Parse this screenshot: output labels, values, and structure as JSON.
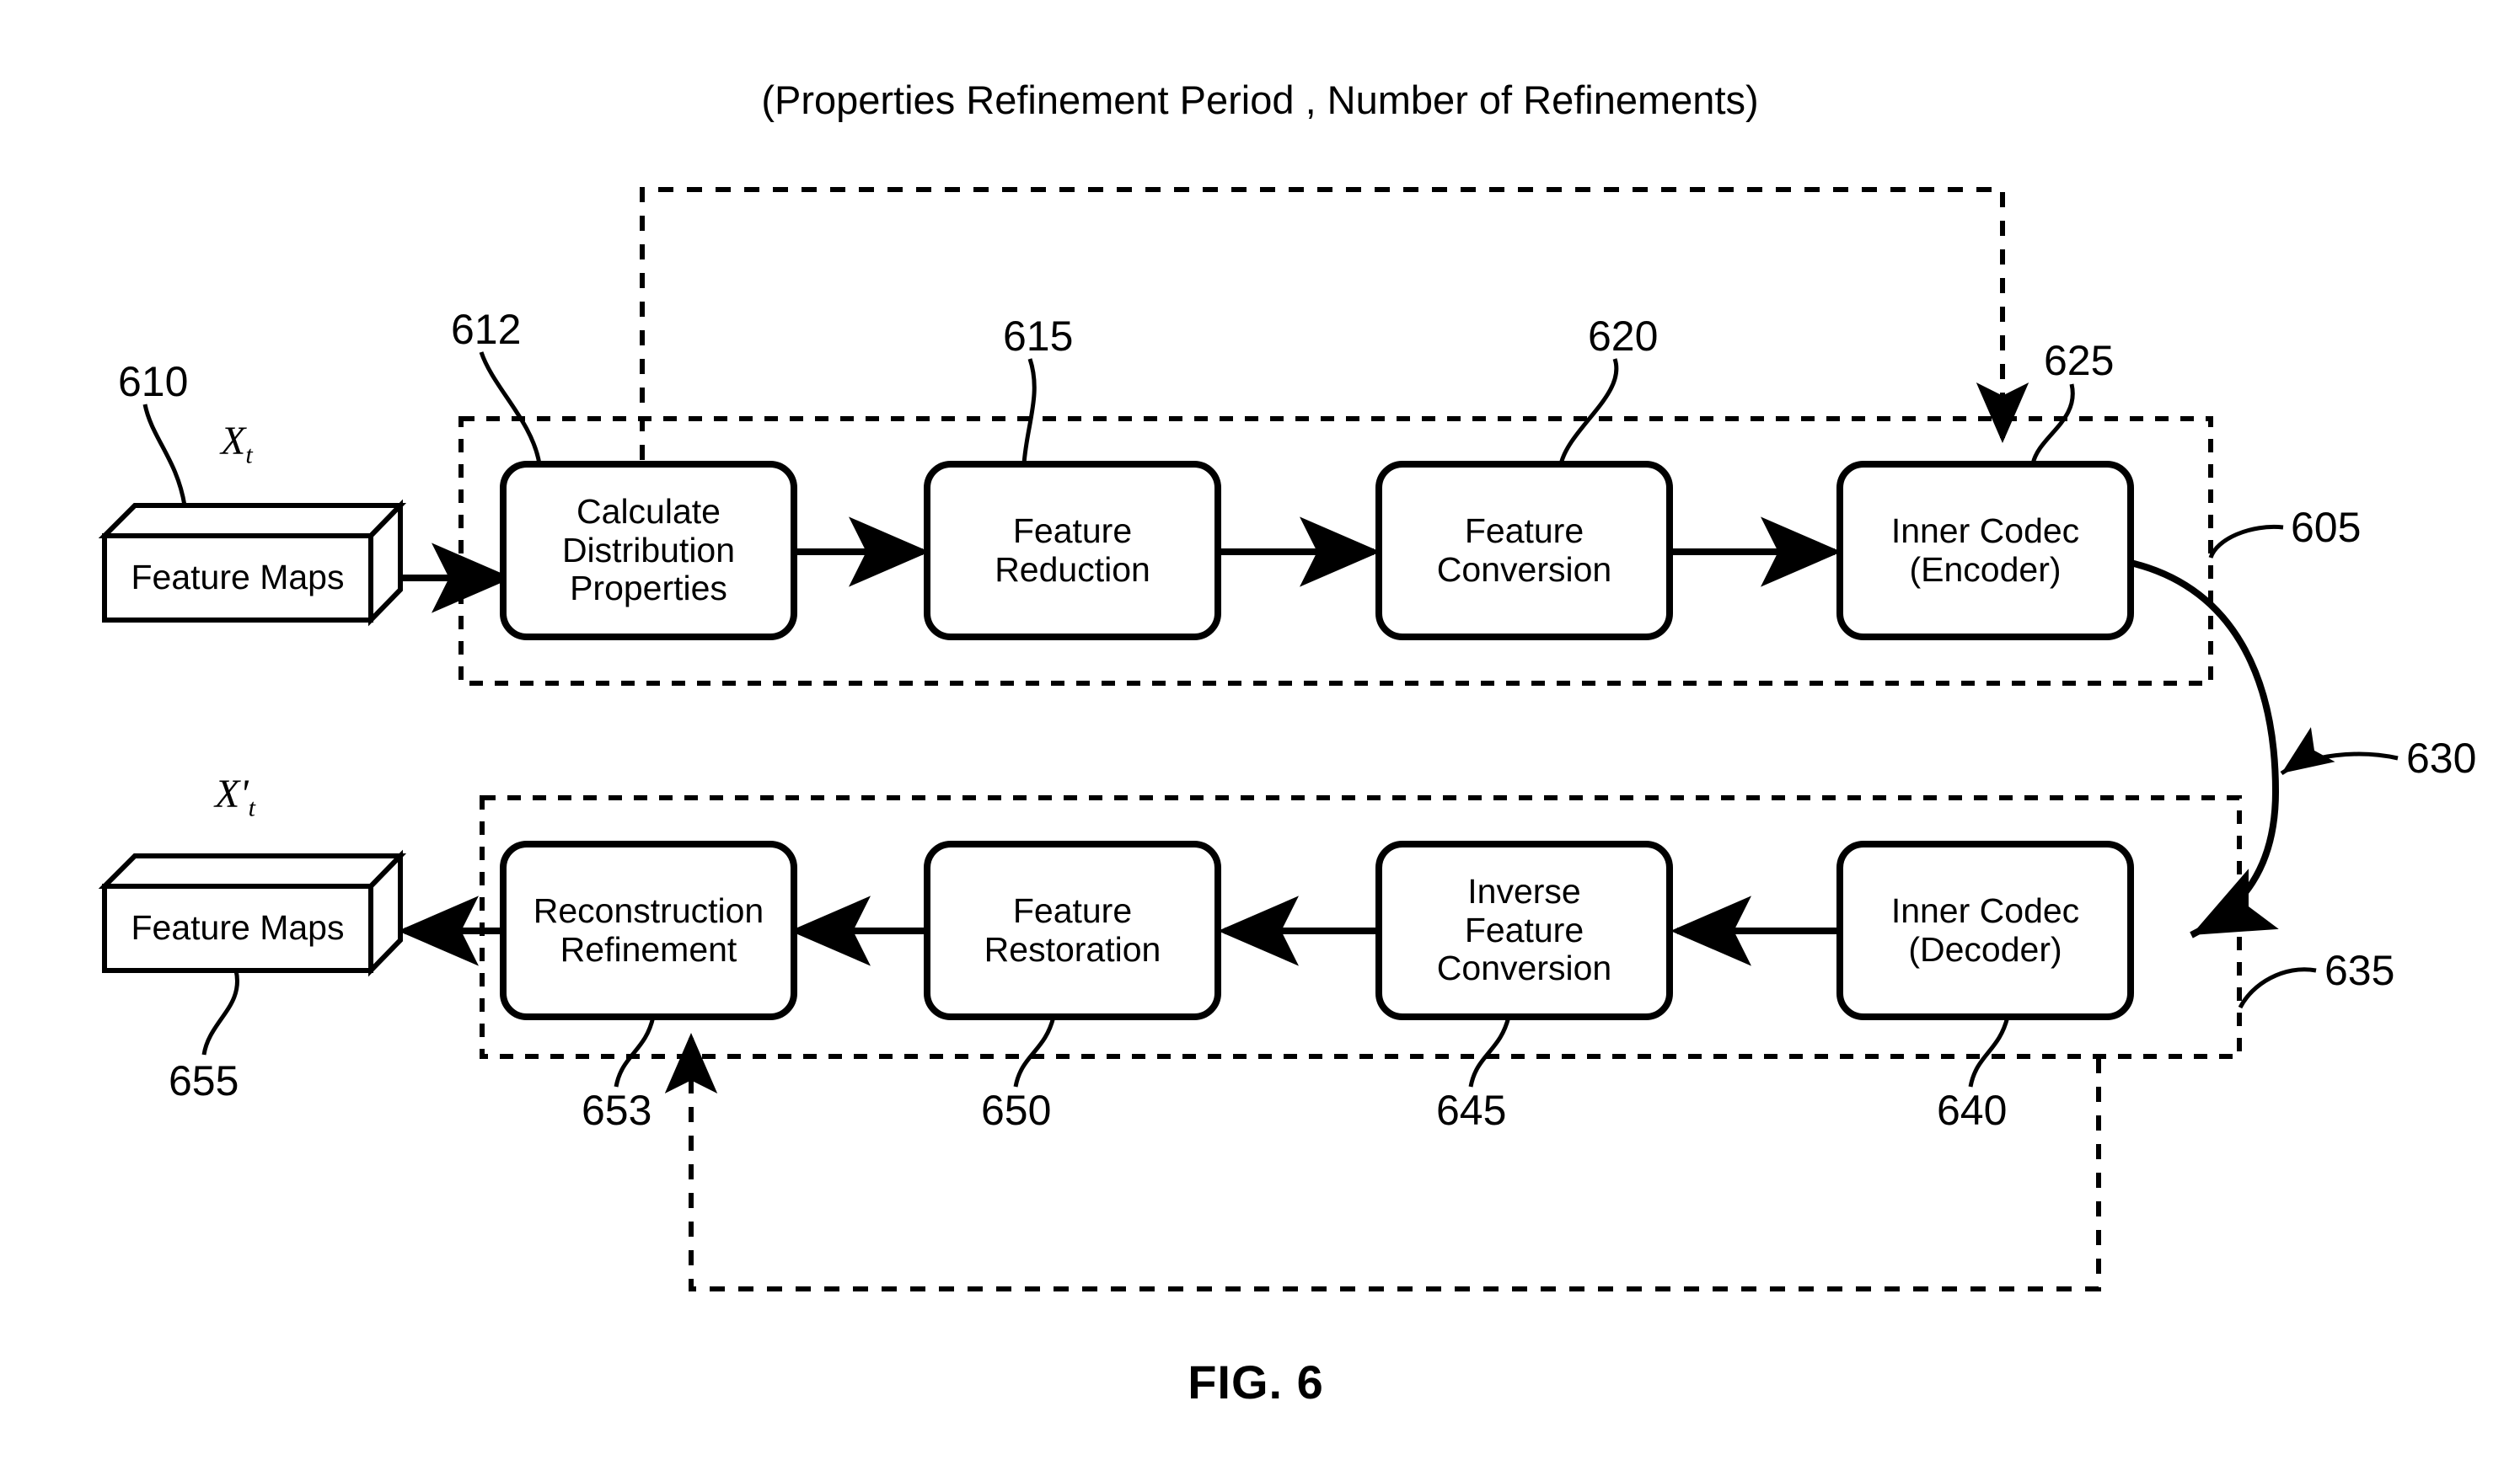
{
  "figure": {
    "caption": "FIG. 6",
    "loop_title": "(Properties Refinement Period , Number of Refinements)"
  },
  "encoder_pipeline": {
    "boundary_ref": "605",
    "input": {
      "name": "Feature Maps",
      "variable": "X",
      "variable_sub": "t",
      "ref": "610"
    },
    "stages": [
      {
        "label_lines": [
          "Calculate",
          "Distribution",
          "Properties"
        ],
        "ref": "612"
      },
      {
        "label_lines": [
          "Feature",
          "Reduction"
        ],
        "ref": "615"
      },
      {
        "label_lines": [
          "Feature",
          "Conversion"
        ],
        "ref": "620"
      },
      {
        "label_lines": [
          "Inner Codec",
          "(Encoder)"
        ],
        "ref": "625"
      }
    ]
  },
  "bitstream": {
    "ref": "630"
  },
  "decoder_pipeline": {
    "boundary_ref": "635",
    "output": {
      "name": "Feature Maps",
      "variable": "X'",
      "variable_sub": "t",
      "ref": "655"
    },
    "stages": [
      {
        "label_lines": [
          "Reconstruction",
          "Refinement"
        ],
        "ref": "653"
      },
      {
        "label_lines": [
          "Feature",
          "Restoration"
        ],
        "ref": "650"
      },
      {
        "label_lines": [
          "Inverse",
          "Feature",
          "Conversion"
        ],
        "ref": "645"
      },
      {
        "label_lines": [
          "Inner Codec",
          "(Decoder)"
        ],
        "ref": "640"
      }
    ]
  },
  "colors": {
    "stroke": "#000000",
    "background": "#ffffff"
  }
}
